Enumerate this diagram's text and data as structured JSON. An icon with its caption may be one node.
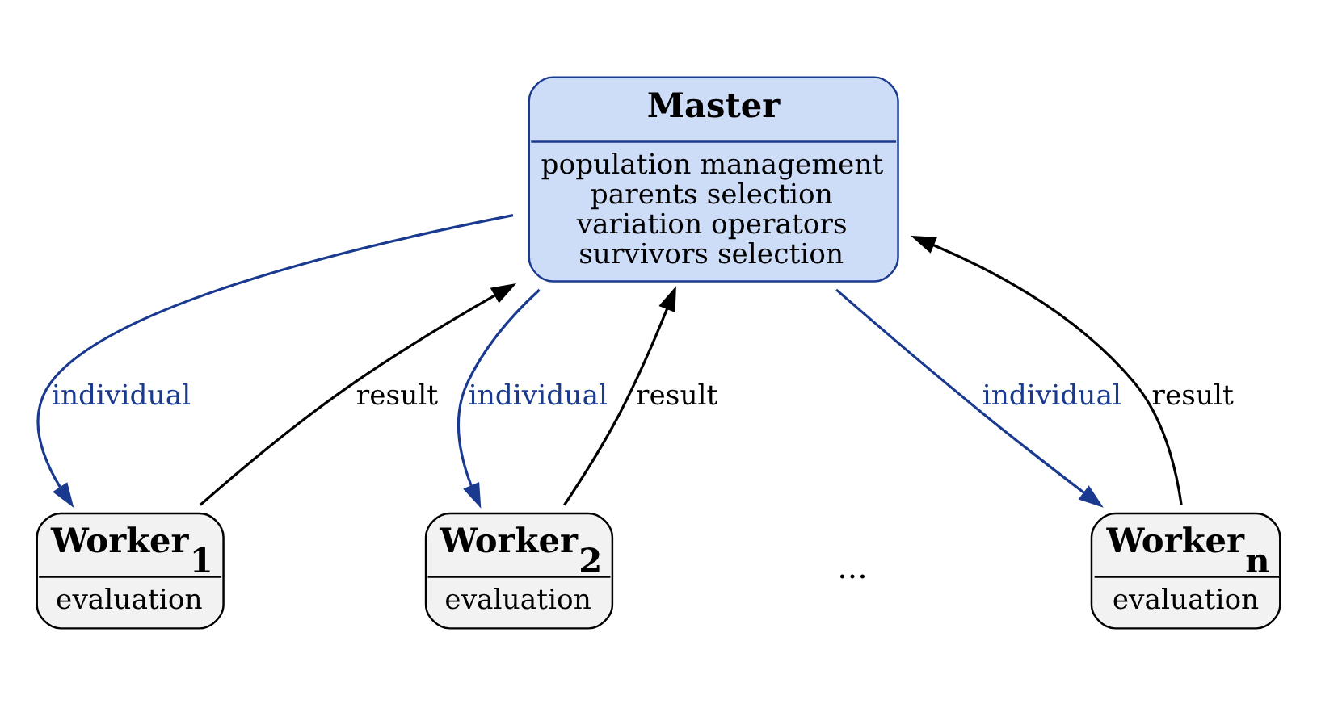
{
  "diagram": {
    "nodes": [
      {
        "text": [
          "Master",
          "population management",
          "parents selection",
          "variation operators",
          "survivors selection"
        ]
      },
      {
        "text": [
          "Worker$_{1}$",
          "evaluation"
        ]
      },
      {
        "text": [
          "Worker$_{2}$",
          "evaluation"
        ]
      },
      {
        "text": [
          "Worker$_{n}$",
          "evaluation"
        ]
      }
    ],
    "edges": [
      {
        "from": 0,
        "to": 1,
        "arrow": "to",
        "label": "individual",
        "color": "#1a3a8f"
      },
      {
        "from": 1,
        "to": 0,
        "arrow": "to",
        "label": "result",
        "color": "#000000"
      },
      {
        "from": 0,
        "to": 2,
        "arrow": "to",
        "label": "individual",
        "color": "#1a3a8f"
      },
      {
        "from": 2,
        "to": 0,
        "arrow": "to",
        "label": "result",
        "color": "#000000"
      },
      {
        "from": 0,
        "to": 3,
        "arrow": "to",
        "label": "individual",
        "color": "#1a3a8f"
      },
      {
        "from": 3,
        "to": 0,
        "arrow": "to",
        "label": "result",
        "color": "#000000"
      }
    ],
    "labels": [
      "..."
    ]
  }
}
